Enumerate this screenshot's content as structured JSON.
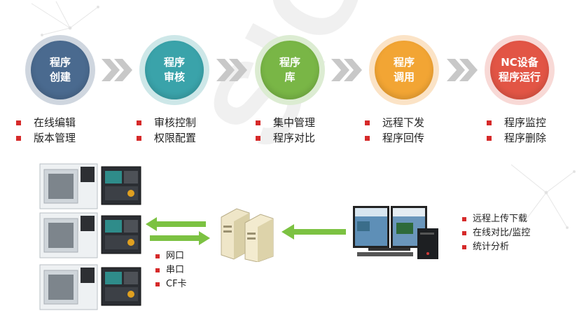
{
  "watermark": "SIGER",
  "steps": [
    {
      "label": "程序\n创建",
      "ring": "#cfd6df",
      "fill": "#4a6a8f"
    },
    {
      "label": "程序\n审核",
      "ring": "#cde7e8",
      "fill": "#3aa3aa"
    },
    {
      "label": "程序\n库",
      "ring": "#dcecd2",
      "fill": "#79b646"
    },
    {
      "label": "程序\n调用",
      "ring": "#fbe3c6",
      "fill": "#f2a534"
    },
    {
      "label": "NC设备\n程序运行",
      "ring": "#f8d9d6",
      "fill": "#e25545"
    }
  ],
  "step_bullets": [
    [
      "在线编辑",
      "版本管理"
    ],
    [
      "审核控制",
      "权限配置"
    ],
    [
      "集中管理",
      "程序对比"
    ],
    [
      "远程下发",
      "程序回传"
    ],
    [
      "程序监控",
      "程序删除"
    ]
  ],
  "connection_types": [
    "网口",
    "串口",
    "CF卡"
  ],
  "pc_features": [
    "远程上传下载",
    "在线对比/监控",
    "统计分析"
  ],
  "colors": {
    "bullet": "#d62a2a",
    "chevron": "#c8c8c8",
    "arrow": "#7cc242"
  }
}
